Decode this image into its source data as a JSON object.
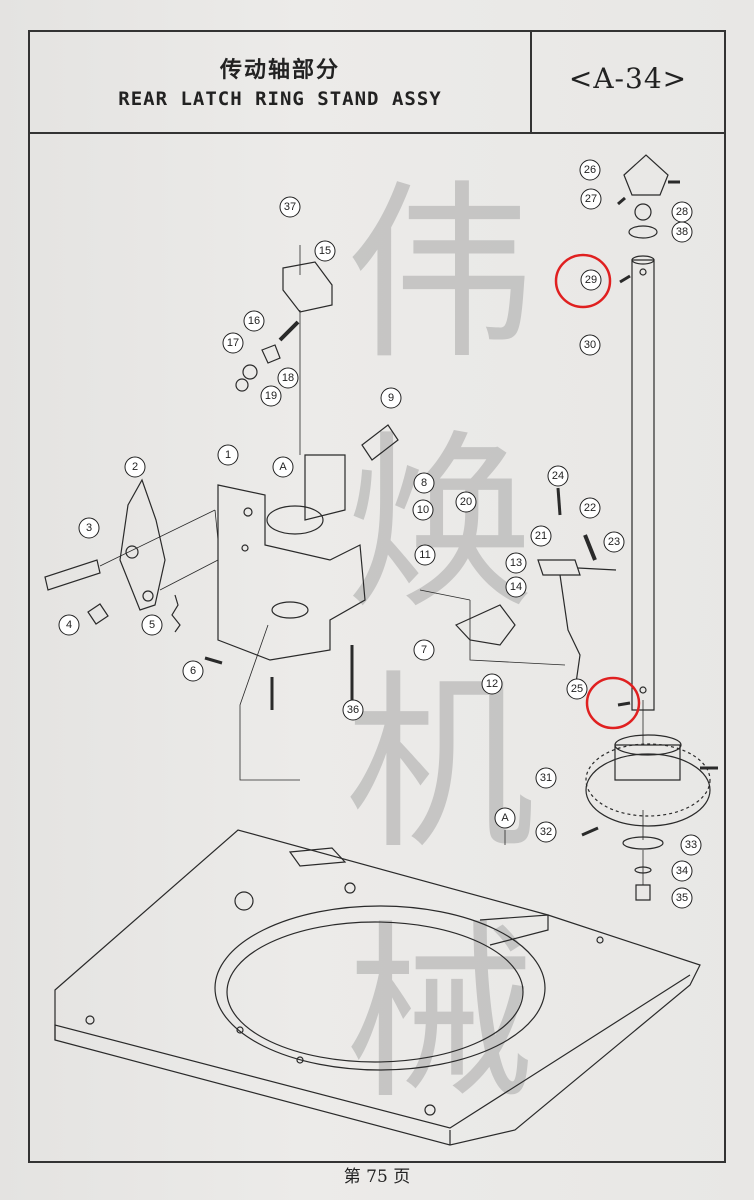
{
  "header": {
    "title_cn": "传动轴部分",
    "title_en": "REAR LATCH RING STAND ASSY",
    "code": "<A-34>"
  },
  "footer": {
    "page_label": "第 75 页"
  },
  "watermark": {
    "chars": [
      "伟",
      "焕",
      "机",
      "械"
    ]
  },
  "callouts": [
    "1",
    "2",
    "3",
    "4",
    "5",
    "6",
    "7",
    "8",
    "9",
    "10",
    "11",
    "12",
    "13",
    "14",
    "15",
    "16",
    "17",
    "18",
    "19",
    "20",
    "21",
    "22",
    "23",
    "24",
    "25",
    "26",
    "27",
    "28",
    "29",
    "30",
    "31",
    "32",
    "33",
    "34",
    "35",
    "36",
    "37",
    "38"
  ],
  "section_markers": [
    "A",
    "A"
  ],
  "highlight_color": "#e02020"
}
